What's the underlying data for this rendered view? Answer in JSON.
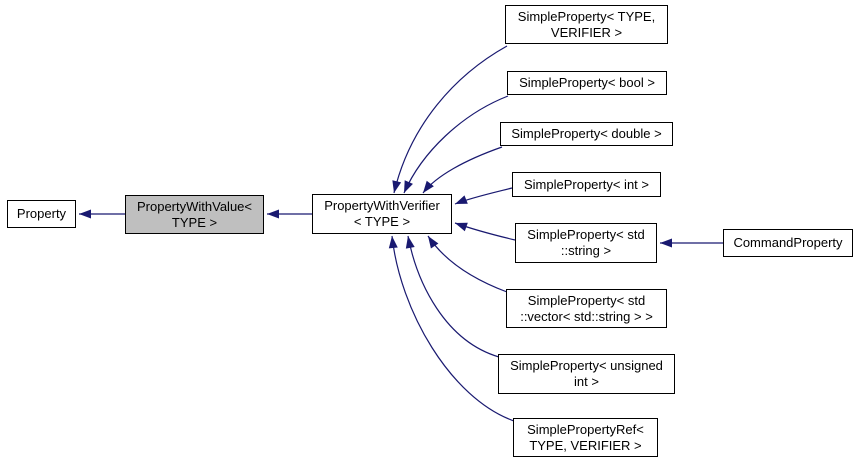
{
  "colors": {
    "background": "#ffffff",
    "edge": "#191970",
    "node_border": "#000000",
    "node_fill": "#ffffff",
    "highlight_fill": "#bfbfbf",
    "text": "#000000"
  },
  "nodes": {
    "property": {
      "label": "Property"
    },
    "property_with_value": {
      "label": "PropertyWithValue<\nTYPE >"
    },
    "property_with_verifier": {
      "label": "PropertyWithVerifier\n< TYPE >"
    },
    "simple_type_verifier": {
      "label": "SimpleProperty< TYPE,\nVERIFIER >"
    },
    "simple_bool": {
      "label": "SimpleProperty< bool >"
    },
    "simple_double": {
      "label": "SimpleProperty< double >"
    },
    "simple_int": {
      "label": "SimpleProperty< int >"
    },
    "simple_string": {
      "label": "SimpleProperty< std\n::string >"
    },
    "simple_vector": {
      "label": "SimpleProperty< std\n::vector< std::string > >"
    },
    "simple_unsigned": {
      "label": "SimpleProperty< unsigned\nint >"
    },
    "simple_ref": {
      "label": "SimplePropertyRef<\nTYPE, VERIFIER >"
    },
    "command_property": {
      "label": "CommandProperty"
    }
  }
}
